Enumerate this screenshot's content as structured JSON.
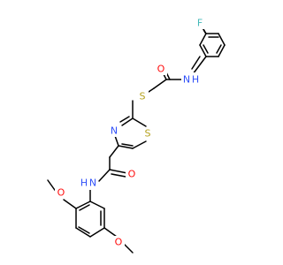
{
  "structure": {
    "atoms": {
      "fluorine": "F",
      "amide_o_top": "O",
      "amide_n_top": "N",
      "amide_h_top": "H",
      "thioether_s": "S",
      "thiazole_n": "N",
      "thiazole_s": "S",
      "amide_o_bottom": "O",
      "amide_n_bottom": "N",
      "amide_h_bottom": "H",
      "methoxy_o_upper": "O",
      "methoxy_o_lower": "O"
    },
    "colors": {
      "bond": "#000000",
      "oxygen": "#ff0d0d",
      "nitrogen": "#3050f8",
      "sulfur": "#b5a21e",
      "fluorine": "#44b8b8"
    }
  }
}
